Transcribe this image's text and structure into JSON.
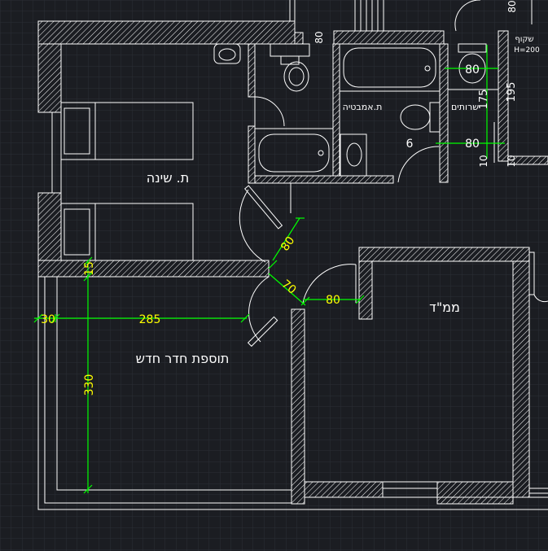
{
  "rooms": {
    "bedroom": "ת. שינה",
    "new_room": "תוספת חדר חדש",
    "safe_room": "ממ\"ד",
    "bathroom": "ת.אמבטיה",
    "toilets": "שרותים",
    "window_label": "שקוף",
    "window_height": "H=200"
  },
  "dimensions": {
    "d_30": "30",
    "d_285": "285",
    "d_330": "330",
    "d_15": "15",
    "d_80_door": "80",
    "d_70": "70",
    "d_80_safe": "80",
    "d_80_top": "80",
    "d_80_wc": "80",
    "d_80_wc2": "80",
    "d_6": "6",
    "d_10": "10",
    "d_80_right": "80",
    "d_175": "175",
    "d_195": "195",
    "d_10b": "10"
  },
  "colors": {
    "background": "#1b1d22",
    "walls": "#ffffff",
    "dimension_lines": "#00ff00",
    "dimension_text": "#ffff00"
  }
}
